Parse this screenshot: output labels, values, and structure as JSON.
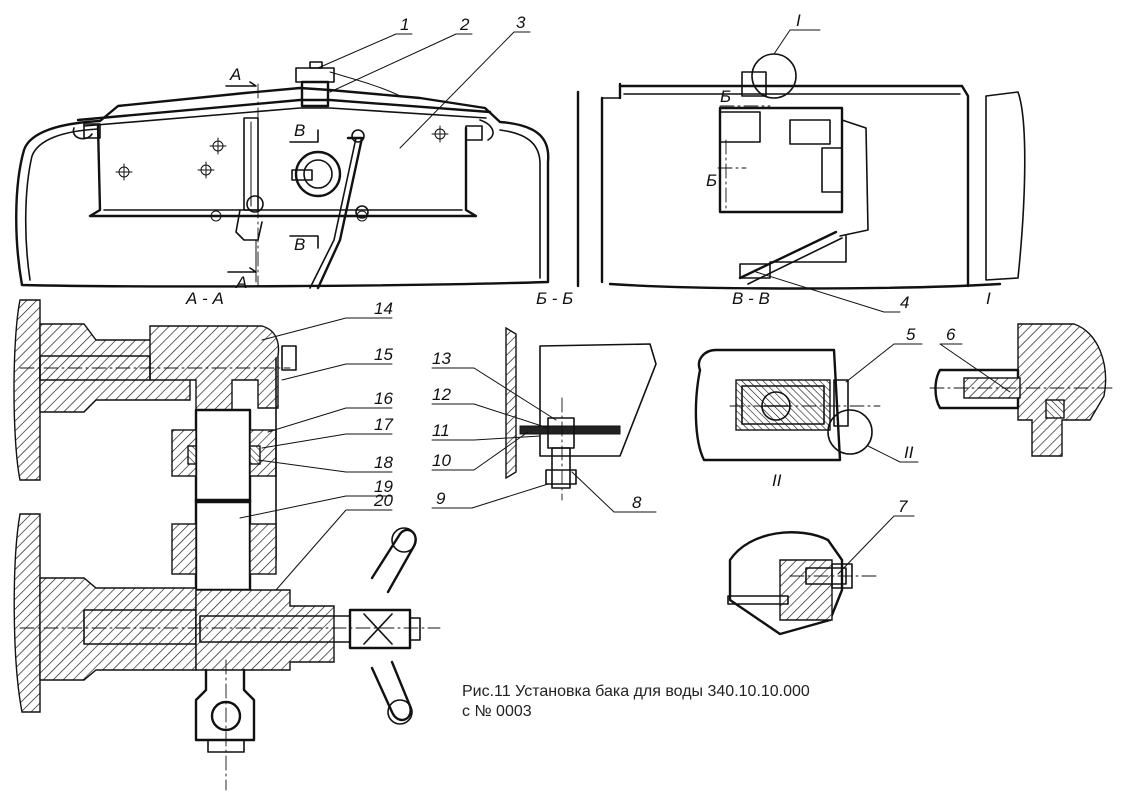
{
  "caption": {
    "line1": "Рис.11 Установка бака для воды 340.10.10.000",
    "line2": "с № 0003"
  },
  "section_labels": {
    "aa": "А - А",
    "bb": "Б - Б",
    "vv": "В - В",
    "view_i": "I",
    "view_ii": "II",
    "cut_a": "А",
    "cut_b": "Б",
    "cut_v": "В"
  },
  "callouts": [
    "1",
    "2",
    "3",
    "4",
    "5",
    "6",
    "7",
    "8",
    "9",
    "10",
    "11",
    "12",
    "13",
    "14",
    "15",
    "16",
    "17",
    "18",
    "19",
    "20"
  ],
  "detail_marks": {
    "ring_i": "I",
    "ring_ii": "II"
  }
}
